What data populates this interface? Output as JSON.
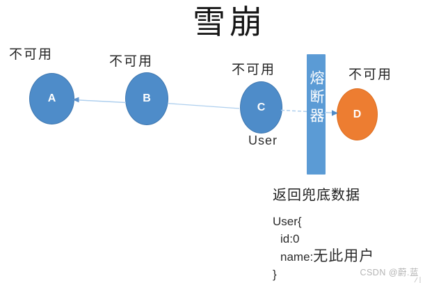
{
  "title": "雪崩",
  "nodes": {
    "a": {
      "letter": "A",
      "status": "不可用"
    },
    "b": {
      "letter": "B",
      "status": "不可用"
    },
    "c": {
      "letter": "C",
      "status": "不可用",
      "caption": "User"
    },
    "d": {
      "letter": "D",
      "status": "不可用"
    }
  },
  "breaker": {
    "label": "熔断器"
  },
  "fallback": {
    "heading": "返回兜底数据",
    "open_line": "User{",
    "id_line": "id:0",
    "name_key": "name:",
    "name_value": "无此用户",
    "close_line": "}"
  },
  "watermark": "CSDN @蔚.蓝",
  "colors": {
    "node_blue": "#4e8cc9",
    "node_orange": "#ed7d31",
    "breaker_bar": "#5b9bd5",
    "arrow_line": "#aecfee",
    "arrowhead": "#4f8bc8"
  }
}
